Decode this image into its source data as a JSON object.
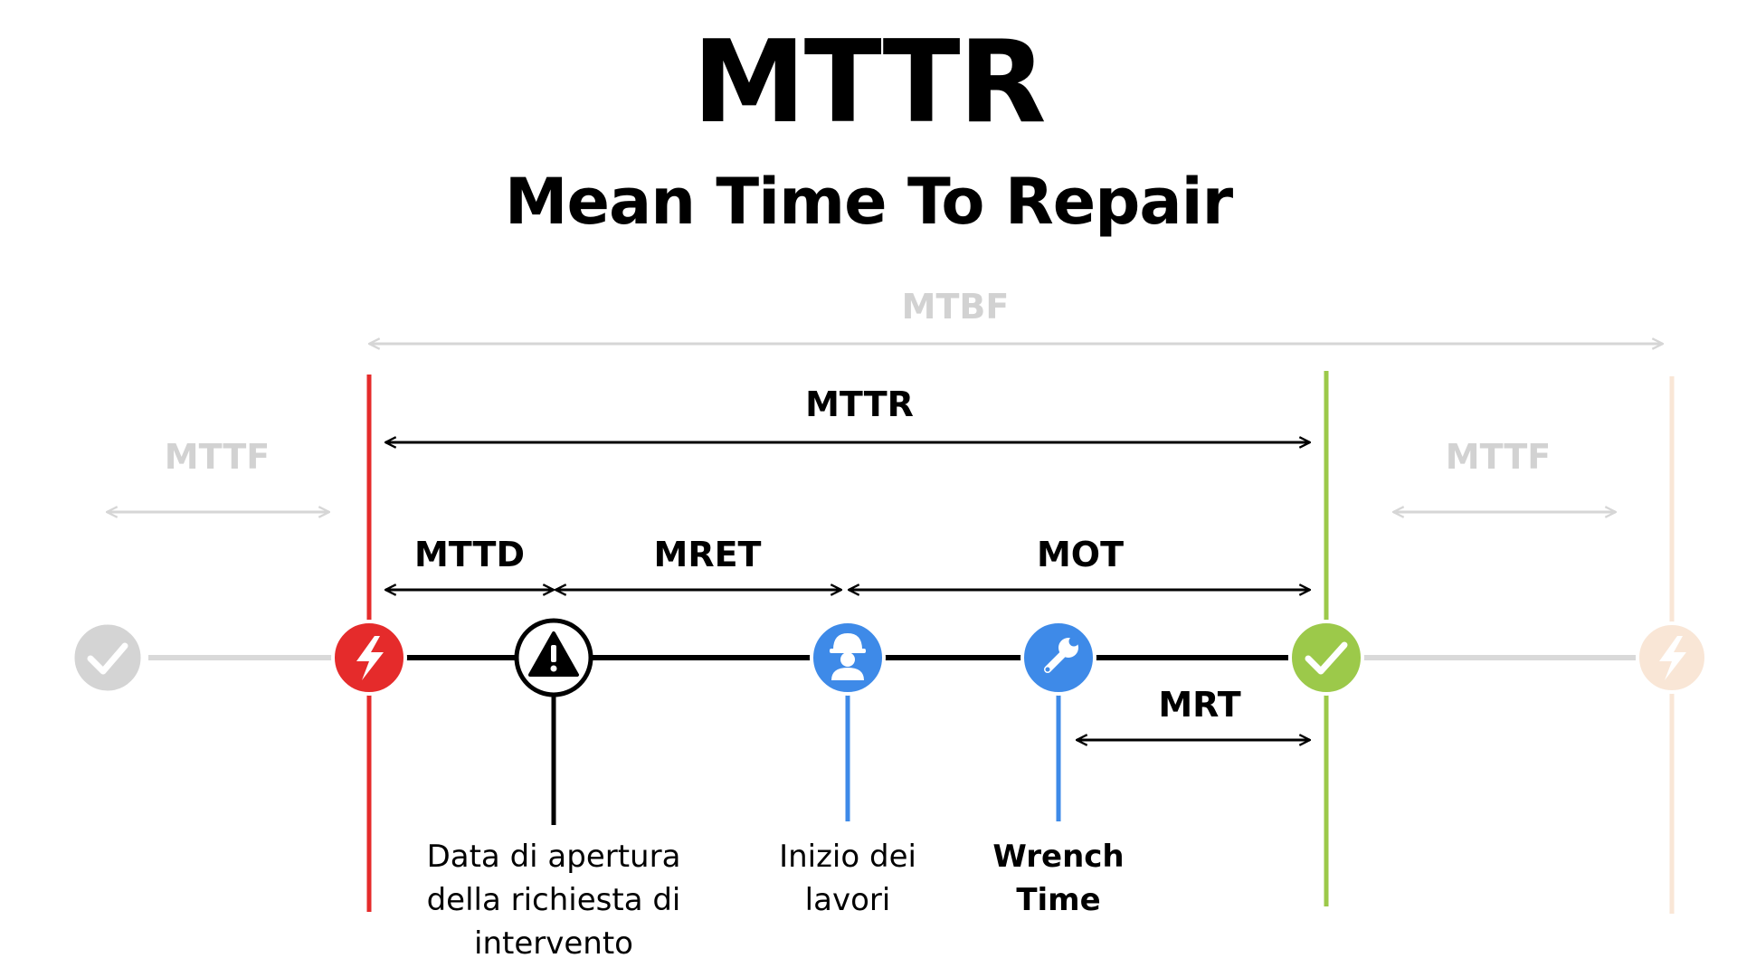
{
  "title": "MTTR",
  "subtitle": "Mean Time To Repair",
  "spans": {
    "mtbf": "MTBF",
    "mttr": "MTTR",
    "mttf_left": "MTTF",
    "mttf_right": "MTTF",
    "mttd": "MTTD",
    "mret": "MRET",
    "mot": "MOT",
    "mrt": "MRT"
  },
  "events": {
    "ticket_open": [
      "Data di apertura",
      "della richiesta di",
      "intervento"
    ],
    "work_start": [
      "Inizio dei",
      "lavori"
    ],
    "wrench_time": [
      "Wrench",
      "Time"
    ]
  },
  "colors": {
    "failure": "#e52b2b",
    "detect": "#000000",
    "repair": "#3e8ae8",
    "restored": "#9cc94a",
    "faded_ok": "#cfcfcf",
    "faded_failure": "#f9e6d6",
    "faded_text": "#cfcfcf",
    "line": "#000000"
  },
  "icons": {
    "failure": "lightning-icon",
    "detect": "warning-icon",
    "work_start": "worker-icon",
    "wrench": "wrench-icon",
    "restored": "check-icon"
  }
}
